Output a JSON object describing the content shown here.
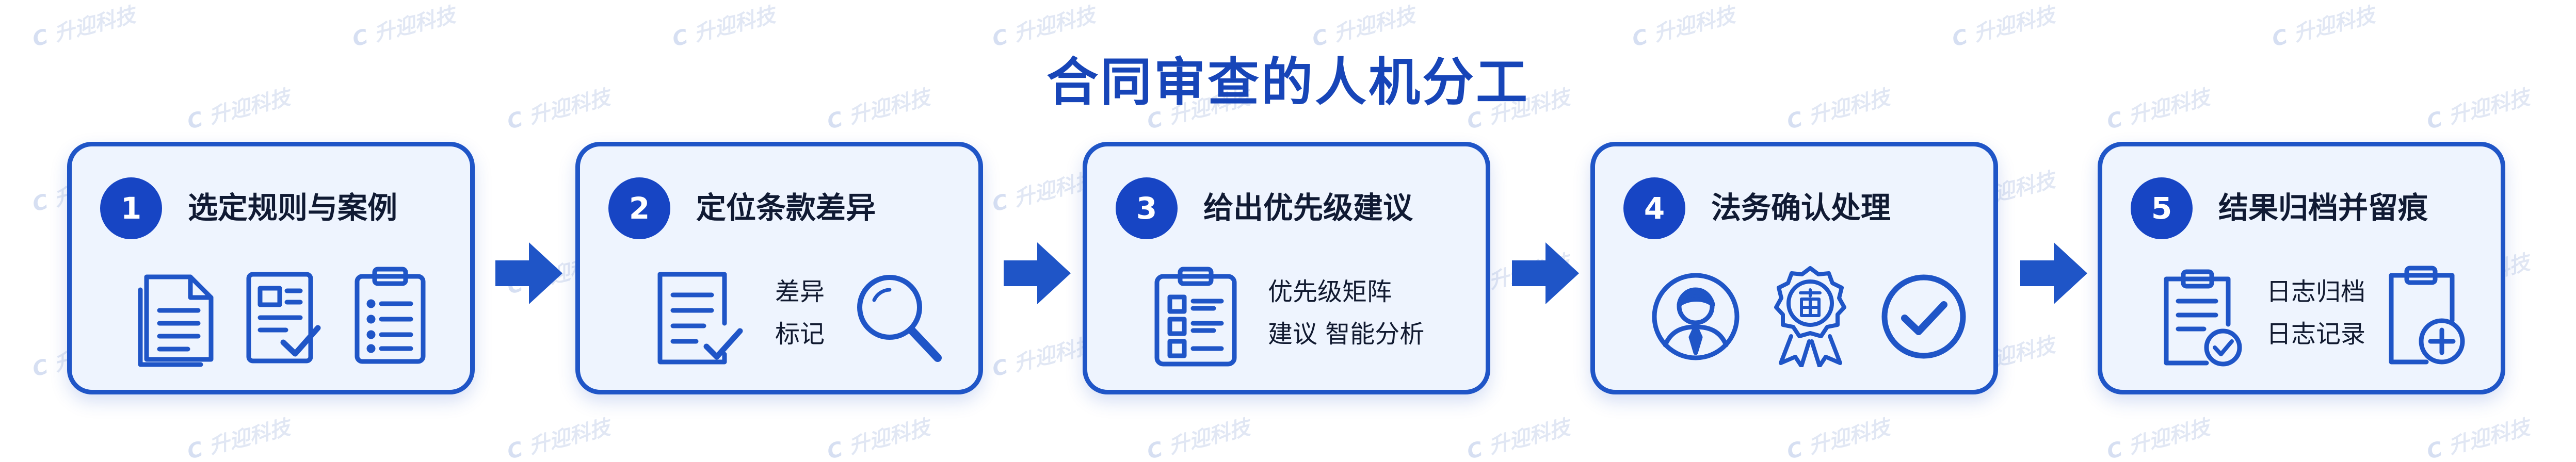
{
  "title": "合同审查的人机分工",
  "watermark": "升迎科技",
  "colors": {
    "accent": "#1f55c7",
    "badge": "#1745c4",
    "card_bg": "#eef4fe",
    "title": "#1745b8"
  },
  "steps": [
    {
      "number": "1",
      "title": "选定规则与案例",
      "icons": [
        "document-book-icon",
        "checklist-doc-icon",
        "clipboard-list-icon"
      ]
    },
    {
      "number": "2",
      "title": "定位条款差异",
      "texts": [
        "差异",
        "标记"
      ],
      "icons": [
        "document-edit-icon",
        "magnifier-icon"
      ]
    },
    {
      "number": "3",
      "title": "给出优先级建议",
      "texts": [
        "优先级矩阵",
        "建议 智能分析"
      ],
      "icons": [
        "priority-clipboard-icon"
      ]
    },
    {
      "number": "4",
      "title": "法务确认处理",
      "icons": [
        "lawyer-avatar-icon",
        "seal-stamp-icon",
        "check-circle-icon"
      ]
    },
    {
      "number": "5",
      "title": "结果归档并留痕",
      "texts": [
        "日志归档",
        "日志记录"
      ],
      "icons": [
        "clipboard-check-icon",
        "clipboard-add-icon"
      ]
    }
  ]
}
